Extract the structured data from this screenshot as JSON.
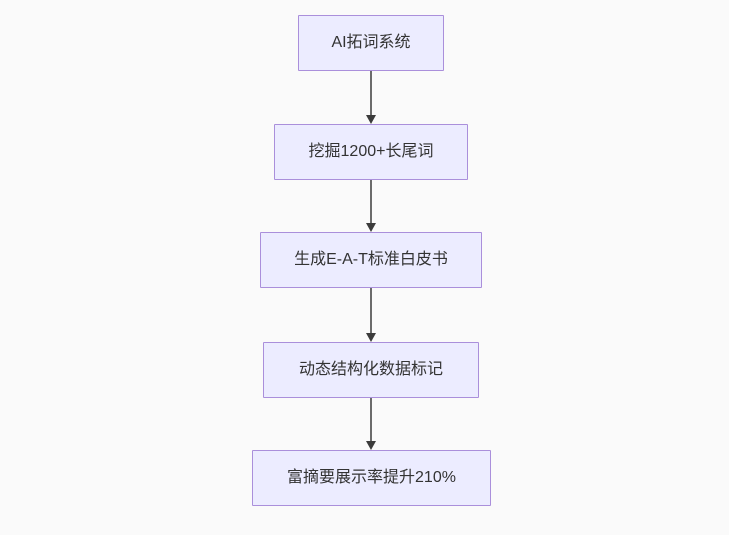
{
  "diagram": {
    "type": "flowchart",
    "direction": "top-down",
    "nodes": [
      {
        "id": "n1",
        "label": "AI拓词系统"
      },
      {
        "id": "n2",
        "label": "挖掘1200+长尾词"
      },
      {
        "id": "n3",
        "label": "生成E-A-T标准白皮书"
      },
      {
        "id": "n4",
        "label": "动态结构化数据标记"
      },
      {
        "id": "n5",
        "label": "富摘要展示率提升210%"
      }
    ],
    "edges": [
      {
        "from": "n1",
        "to": "n2"
      },
      {
        "from": "n2",
        "to": "n3"
      },
      {
        "from": "n3",
        "to": "n4"
      },
      {
        "from": "n4",
        "to": "n5"
      }
    ],
    "colors": {
      "background": "#fafafa",
      "node_fill": "#ECECFF",
      "node_border": "#AA8FDB",
      "node_text": "#333333",
      "arrow_stem": "#6b6b6b",
      "arrow_head": "#3b3b3b"
    }
  }
}
